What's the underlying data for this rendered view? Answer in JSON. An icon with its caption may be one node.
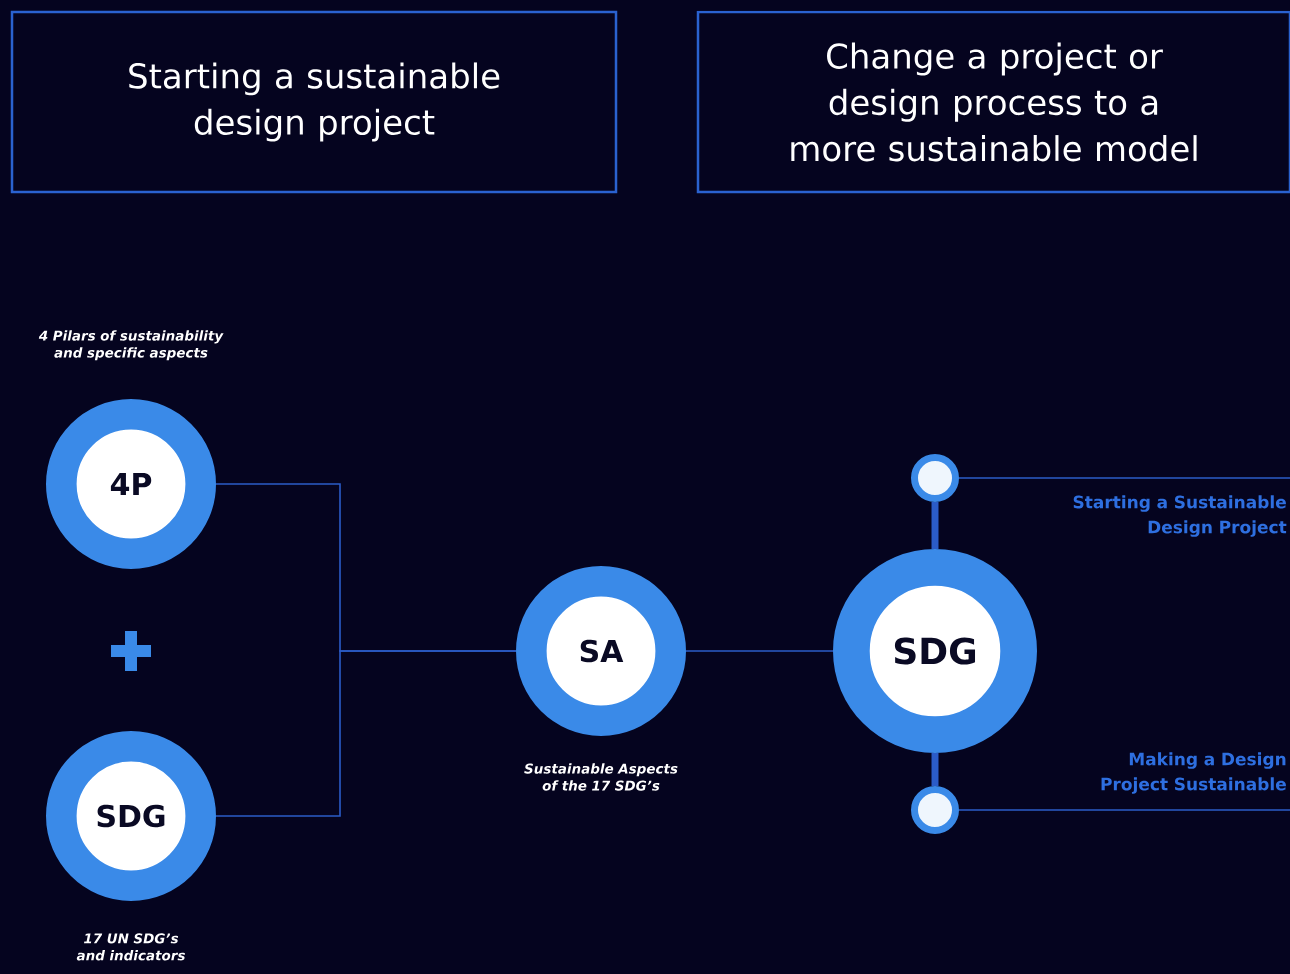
{
  "diagram": {
    "nodes": [
      {
        "text": [
          "Starting a sustainable design project"
        ]
      },
      {
        "text": [
          "Change a project or design process to a more sustainable model"
        ]
      },
      {
        "text": [
          "4P"
        ],
        "beside": [
          "4 Pilars of sustainability and specific aspects"
        ]
      },
      {
        "text": [
          "SDG"
        ],
        "beside": [
          "17 UN SDG’s and indicators"
        ]
      },
      {
        "text": [
          "SA"
        ],
        "beside": [
          "Sustainable Aspects of the 17 SDG’s"
        ]
      },
      {
        "text": [
          "SDG"
        ]
      },
      {
        "text": [],
        "shape": "circle"
      },
      {
        "text": [],
        "shape": "circle"
      }
    ],
    "edges": [
      {
        "from": 2,
        "to": 4,
        "arrow": "none"
      },
      {
        "from": 3,
        "to": 4,
        "arrow": "none"
      },
      {
        "from": 4,
        "to": 5,
        "arrow": "none"
      },
      {
        "from": 5,
        "to": 6,
        "arrow": "none",
        "style": "thick"
      },
      {
        "from": 5,
        "to": 7,
        "arrow": "none",
        "style": "thick"
      },
      {
        "from": 6,
        "to": null,
        "arrow": "none"
      },
      {
        "from": 7,
        "to": null,
        "arrow": "none"
      }
    ],
    "labels": [
      "Starting a Sustainable Design Project",
      "Making a Design Project Sustainable"
    ]
  }
}
